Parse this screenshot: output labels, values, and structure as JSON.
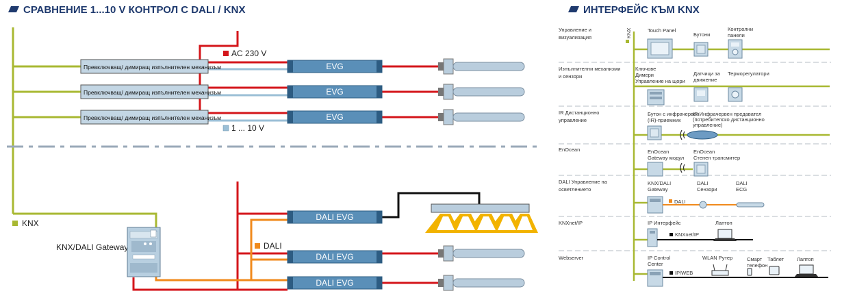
{
  "left": {
    "title": "СРАВНЕНИЕ 1...10 V КОНТРОЛ С DALI / KNX",
    "switch_label": "Превключващ/ димиращ изпълнителен механизъм",
    "evg_label": "EVG",
    "dali_evg_label": "DALI EVG",
    "ac_label": "AC 230 V",
    "volt_label": "1 ... 10 V",
    "knx_label": "KNX",
    "dali_label": "DALI",
    "gateway_label": "KNX/DALI Gateway"
  },
  "right": {
    "title": "ИНТЕРФЕЙС КЪМ KNX",
    "knx_vertical": "KNX",
    "categories": [
      {
        "lines": [
          "Управление и",
          "визуализация"
        ]
      },
      {
        "lines": [
          "Изпълнителни механизми",
          "и сензори"
        ]
      },
      {
        "lines": [
          "IR Дистанционно",
          "управление"
        ]
      },
      {
        "lines": [
          "EnOcean"
        ]
      },
      {
        "lines": [
          "DALI Управление на",
          "осветлението"
        ]
      },
      {
        "lines": [
          "KNXnet/IP"
        ]
      },
      {
        "lines": [
          "Webserver"
        ]
      }
    ],
    "row1": {
      "touch": "Touch Panel",
      "buttons": "Бутони",
      "panels": [
        "Контролни",
        "панели"
      ]
    },
    "row2": {
      "keys": [
        "Ключове",
        "Димери",
        "Управление на щори"
      ],
      "motion": [
        "Датчици за",
        "движение"
      ],
      "thermo": "Терморегулатори"
    },
    "row3": {
      "ir_button": [
        "Бутон с инфрачервен",
        "(IR)-приемник"
      ],
      "ir_remote": [
        "IR Инфрачервен предавател",
        "(потребителско дистанционно",
        "управление)"
      ]
    },
    "row4": {
      "gateway": [
        "EnOcean",
        "Gateway модул"
      ],
      "switch": [
        "EnOcean",
        "Стенен трансмитер"
      ]
    },
    "row5": {
      "gw": [
        "KNX/DALI",
        "Gateway"
      ],
      "sensors": [
        "DALI",
        "Сензори"
      ],
      "ecg": [
        "DALI",
        "ECG"
      ],
      "bus": "DALI"
    },
    "row6": {
      "ip": "IP Интерфейс",
      "laptop": "Лаптоп",
      "bus": "KNXnet/IP"
    },
    "row7": {
      "center": [
        "IP Control",
        "Center"
      ],
      "router": "WLAN Рутер",
      "phone": [
        "Смарт",
        "телефон"
      ],
      "tablet": "Таблет",
      "laptop": "Лаптоп",
      "bus": "IP/WEB"
    }
  },
  "colors": {
    "knx": "#a8b832",
    "ac": "#d4161b",
    "dali": "#f08a1c",
    "volt": "#9bbfd6",
    "evg": "#5a8fb8",
    "title": "#1f3a6e"
  }
}
